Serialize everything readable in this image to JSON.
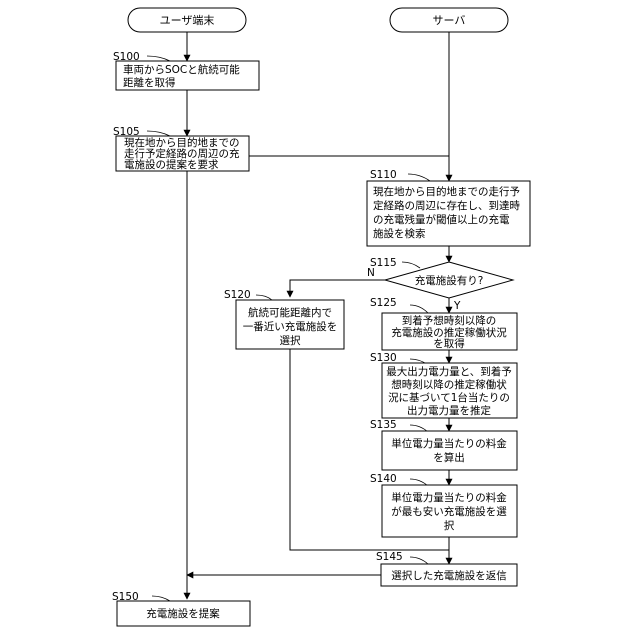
{
  "terminals": {
    "user": "ユーザ端末",
    "server": "サーバ"
  },
  "steps": {
    "s100": {
      "label": "S100",
      "lines": [
        "車両からSOCと航続可能",
        "距離を取得"
      ]
    },
    "s105": {
      "label": "S105",
      "lines": [
        "現在地から目的地までの",
        "走行予定経路の周辺の充",
        "電施設の提案を要求"
      ]
    },
    "s110": {
      "label": "S110",
      "lines": [
        "現在地から目的地までの走行予",
        "定経路の周辺に存在し、到達時",
        "の充電残量が閾値以上の充電",
        "施設を検索"
      ]
    },
    "s115": {
      "label": "S115",
      "lines": [
        "充電施設有り?"
      ]
    },
    "s120": {
      "label": "S120",
      "lines": [
        "航続可能距離内で",
        "一番近い充電施設を",
        "選択"
      ]
    },
    "s125": {
      "label": "S125",
      "lines": [
        "到着予想時刻以降の",
        "充電施設の推定稼働状況",
        "を取得"
      ]
    },
    "s130": {
      "label": "S130",
      "lines": [
        "最大出力電力量と、到着予",
        "想時刻以降の推定稼働状",
        "況に基づいて1台当たりの",
        "出力電力量を推定"
      ]
    },
    "s135": {
      "label": "S135",
      "lines": [
        "単位電力量当たりの料金",
        "を算出"
      ]
    },
    "s140": {
      "label": "S140",
      "lines": [
        "単位電力量当たりの料金",
        "が最も安い充電施設を選",
        "択"
      ]
    },
    "s145": {
      "label": "S145",
      "lines": [
        "選択した充電施設を返信"
      ]
    },
    "s150": {
      "label": "S150",
      "lines": [
        "充電施設を提案"
      ]
    }
  },
  "decision": {
    "no": "N",
    "yes": "Y"
  }
}
